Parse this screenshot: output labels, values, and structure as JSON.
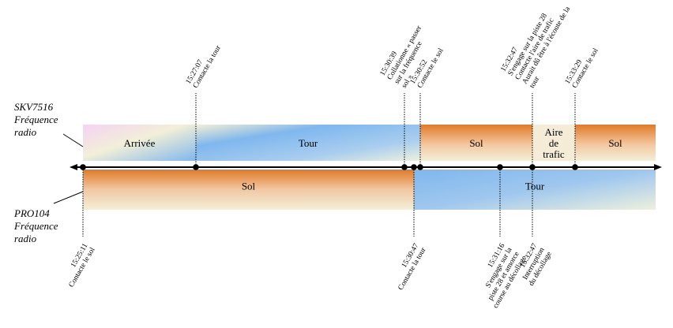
{
  "diagram": {
    "aircraft_top": {
      "callsign": "SKV7516",
      "line2": "Fréquence",
      "line3": "radio"
    },
    "aircraft_bottom": {
      "callsign": "PRO104",
      "line2": "Fréquence",
      "line3": "radio"
    },
    "top_bands": [
      {
        "label": "Arrivée",
        "start": "15:25:11",
        "end": "15:27:07",
        "style": "arrivee"
      },
      {
        "label": "Tour",
        "start": "15:27:07",
        "end": "15:30:52",
        "style": "tour"
      },
      {
        "label": "Sol",
        "start": "15:30:52",
        "end": "15:32:47",
        "style": "sol"
      },
      {
        "label_lines": [
          "Aire",
          "de",
          "trafic"
        ],
        "start": "15:32:47",
        "end": "15:33:29",
        "style": "aire"
      },
      {
        "label": "Sol",
        "start": "15:33:29",
        "end": "15:34:30",
        "style": "sol"
      }
    ],
    "bottom_bands": [
      {
        "label": "Sol",
        "start": "15:25:11",
        "end": "15:30:47",
        "style": "sol"
      },
      {
        "label": "Tour",
        "start": "15:30:47",
        "end": "15:34:30",
        "style": "tour2"
      }
    ],
    "top_events": [
      {
        "time": "15:27:07",
        "lines": [
          "Contacte la tour"
        ]
      },
      {
        "time": "15:30:39",
        "lines": [
          "Collationne « passer",
          "sur la fréquence",
          "sol »"
        ]
      },
      {
        "time": "15:30:52",
        "lines": [
          "Contacte le sol"
        ]
      },
      {
        "time": "15:32:47",
        "lines": [
          "S'engage sur la piste 28",
          "Contacte l'aire de trafic",
          "Aurait dû être à l'écoute de la",
          "tour"
        ]
      },
      {
        "time": "15:33:29",
        "lines": [
          "Contacte le sol"
        ]
      }
    ],
    "bottom_events": [
      {
        "time": "15:25:11",
        "lines": [
          "Contacte le sol"
        ]
      },
      {
        "time": "15:30:47",
        "lines": [
          "Contacte la tour"
        ]
      },
      {
        "time": "15:31:16",
        "lines": [
          "S'engage sur la",
          "piste 28 et amorce",
          "course au décollage"
        ]
      },
      {
        "time": "15:32:47",
        "lines": [
          "Interruption",
          "du décollage"
        ]
      }
    ],
    "colors": {
      "sol": "#e07a2a",
      "tour": "#7fb7ee",
      "arrivee_pink": "#f4d3f2",
      "cream": "#f2efd8",
      "aire": "#f4ecd6"
    }
  }
}
